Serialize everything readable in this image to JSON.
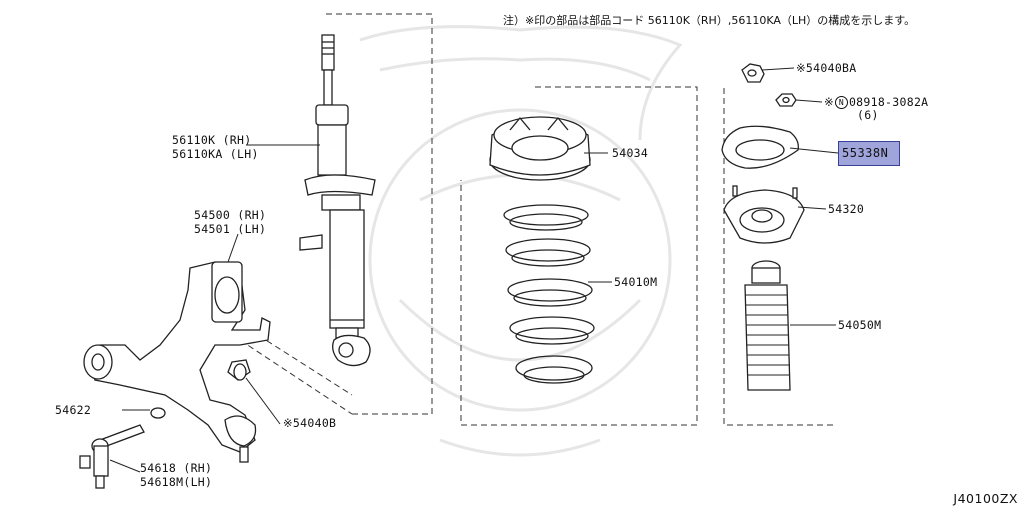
{
  "header_note": "注）※印の部品は部品コード 56110K（RH）,56110KA（LH）の構成を示します。",
  "diagram_code": "J40100ZX",
  "highlighted_part": "55338N",
  "parts": {
    "strut": {
      "rh": "56110K (RH)",
      "lh": "56110KA (LH)"
    },
    "arm": {
      "rh": "54500 (RH)",
      "lh": "54501 (LH)"
    },
    "washer": "54622",
    "stud": {
      "rh": "54618 (RH)",
      "lh": "54618M(LH)"
    },
    "lower_nut": "※54040B",
    "seat": "54034",
    "spring": "54010M",
    "top_nut": "※54040BA",
    "flange_nut": {
      "prefix": "※",
      "circled": "N",
      "number": "08918-3082A",
      "qty": "(6)"
    },
    "mount": "54320",
    "bumper": "54050M"
  },
  "colors": {
    "highlight_fill": "#9fa4db",
    "highlight_border": "#3a3f9a",
    "line": "#222222",
    "watermark": "#e4e4e4"
  }
}
